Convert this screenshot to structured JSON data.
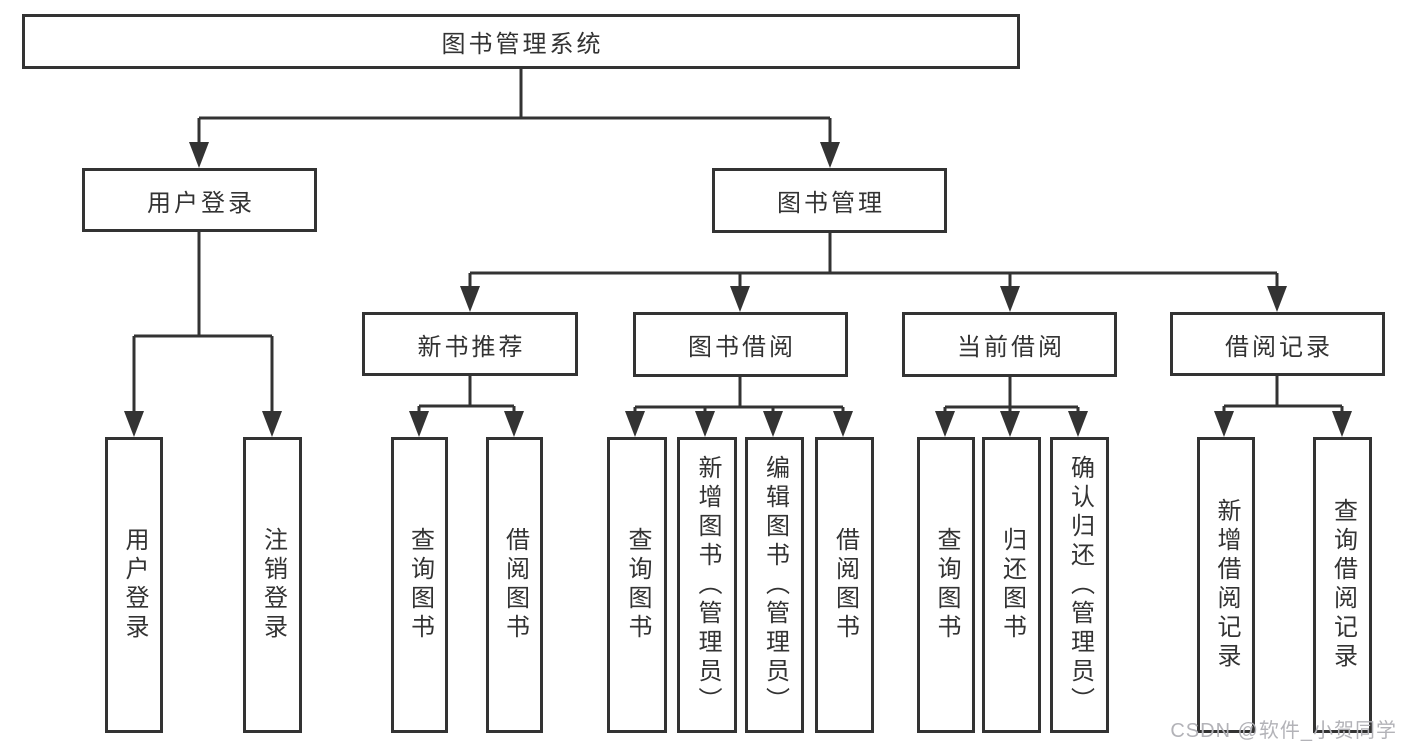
{
  "diagram": {
    "type": "tree",
    "root": {
      "label": "图书管理系统",
      "children": [
        {
          "label": "用户登录",
          "children": [
            {
              "label": "用户登录"
            },
            {
              "label": "注销登录"
            }
          ]
        },
        {
          "label": "图书管理",
          "children": [
            {
              "label": "新书推荐",
              "children": [
                {
                  "label": "查询图书"
                },
                {
                  "label": "借阅图书"
                }
              ]
            },
            {
              "label": "图书借阅",
              "children": [
                {
                  "label": "查询图书"
                },
                {
                  "label": "新增图书（管理员）"
                },
                {
                  "label": "编辑图书（管理员）"
                },
                {
                  "label": "借阅图书"
                }
              ]
            },
            {
              "label": "当前借阅",
              "children": [
                {
                  "label": "查询图书"
                },
                {
                  "label": "归还图书"
                },
                {
                  "label": "确认归还（管理员）"
                }
              ]
            },
            {
              "label": "借阅记录",
              "children": [
                {
                  "label": "新增借阅记录"
                },
                {
                  "label": "查询借阅记录"
                }
              ]
            }
          ]
        }
      ]
    }
  },
  "colors": {
    "line": "#333333",
    "text": "#333333",
    "box_fill": "#ffffff",
    "background": "#ffffff",
    "watermark": "#b3b3b8"
  },
  "watermark": {
    "text": "CSDN @软件_小贺同学"
  }
}
